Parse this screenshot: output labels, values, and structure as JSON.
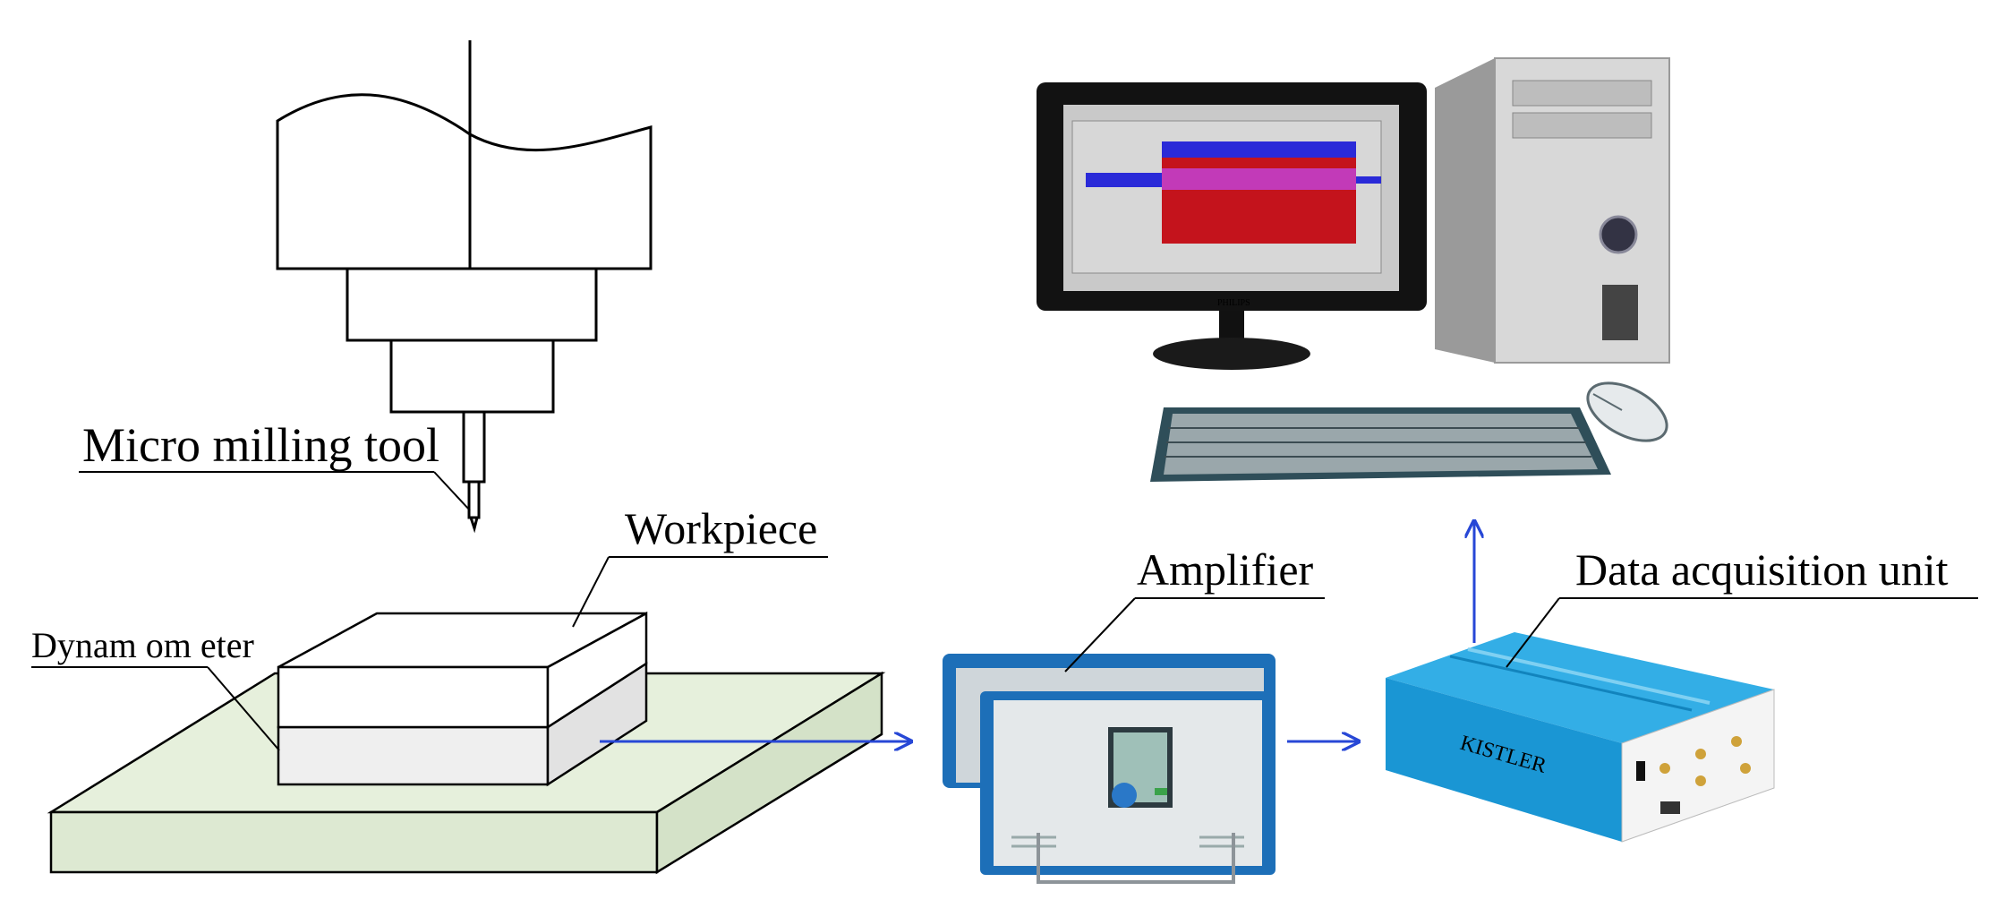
{
  "labels": {
    "tool": "Micro milling tool",
    "workpiece": "Workpiece",
    "dynamometer": "Dynam om eter",
    "amplifier": "Amplifier",
    "daq": "Data acquisition unit",
    "daq_brand": "KISTLER",
    "monitor_brand": "PHILIPS"
  },
  "colors": {
    "arrow": "#2747d6",
    "table": "#e3eed9",
    "dynamometer": "#efefef",
    "amplifier_frame": "#1d6fb8",
    "daq_body": "#1aa2e0",
    "signal_red": "#c4131c",
    "signal_blue": "#2a2ad8",
    "signal_magenta": "#c23ab8"
  }
}
